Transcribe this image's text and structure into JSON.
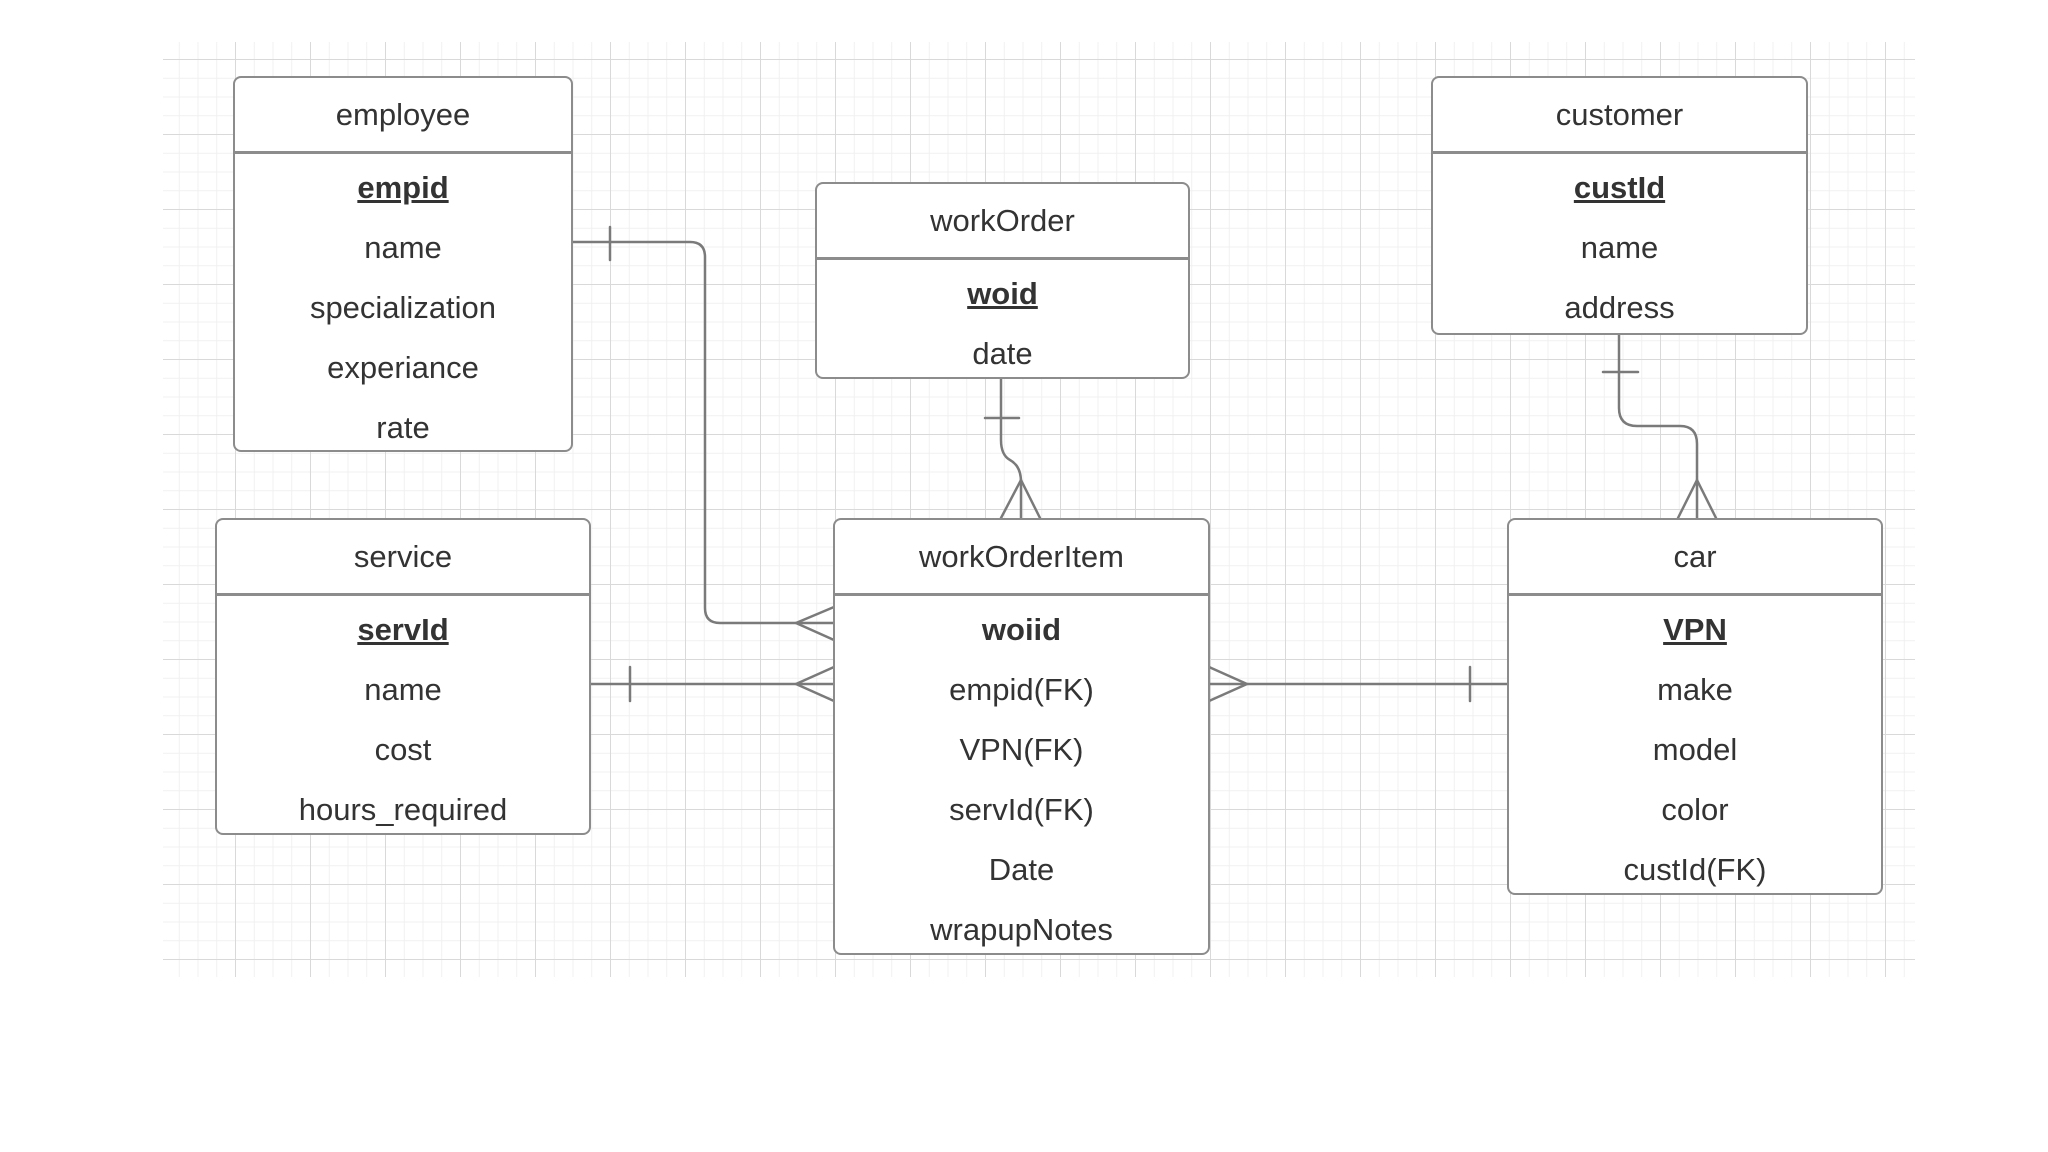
{
  "entities": {
    "employee": {
      "title": "employee",
      "attributes": [
        {
          "name": "empid",
          "style": "pk"
        },
        {
          "name": "name",
          "style": "normal"
        },
        {
          "name": "specialization",
          "style": "normal"
        },
        {
          "name": "experiance",
          "style": "normal"
        },
        {
          "name": "rate",
          "style": "normal"
        }
      ]
    },
    "workOrder": {
      "title": "workOrder",
      "attributes": [
        {
          "name": "woid",
          "style": "pk"
        },
        {
          "name": "date",
          "style": "normal"
        }
      ]
    },
    "customer": {
      "title": "customer",
      "attributes": [
        {
          "name": "custId",
          "style": "pk"
        },
        {
          "name": "name",
          "style": "normal"
        },
        {
          "name": "address",
          "style": "normal"
        }
      ]
    },
    "service": {
      "title": "service",
      "attributes": [
        {
          "name": "servId",
          "style": "pk"
        },
        {
          "name": "name",
          "style": "normal"
        },
        {
          "name": "cost",
          "style": "normal"
        },
        {
          "name": "hours_required",
          "style": "normal"
        }
      ]
    },
    "workOrderItem": {
      "title": "workOrderItem",
      "attributes": [
        {
          "name": "woiid",
          "style": "key"
        },
        {
          "name": "empid(FK)",
          "style": "normal"
        },
        {
          "name": "VPN(FK)",
          "style": "normal"
        },
        {
          "name": "servId(FK)",
          "style": "normal"
        },
        {
          "name": "Date",
          "style": "normal"
        },
        {
          "name": "wrapupNotes",
          "style": "normal"
        }
      ]
    },
    "car": {
      "title": "car",
      "attributes": [
        {
          "name": "VPN",
          "style": "pk"
        },
        {
          "name": "make",
          "style": "normal"
        },
        {
          "name": "model",
          "style": "normal"
        },
        {
          "name": "color",
          "style": "normal"
        },
        {
          "name": "custId(FK)",
          "style": "normal"
        }
      ]
    }
  },
  "relationships": [
    {
      "from": "employee",
      "from_cardinality": "one",
      "to": "workOrderItem",
      "to_cardinality": "many"
    },
    {
      "from": "workOrder",
      "from_cardinality": "one",
      "to": "workOrderItem",
      "to_cardinality": "many"
    },
    {
      "from": "customer",
      "from_cardinality": "one",
      "to": "car",
      "to_cardinality": "many"
    },
    {
      "from": "service",
      "from_cardinality": "one",
      "to": "workOrderItem",
      "to_cardinality": "many"
    },
    {
      "from": "car",
      "from_cardinality": "one",
      "to": "workOrderItem",
      "to_cardinality": "many"
    }
  ],
  "colors": {
    "border": "#8c8c8c",
    "text": "#333333",
    "connector": "#7a7a7a"
  }
}
